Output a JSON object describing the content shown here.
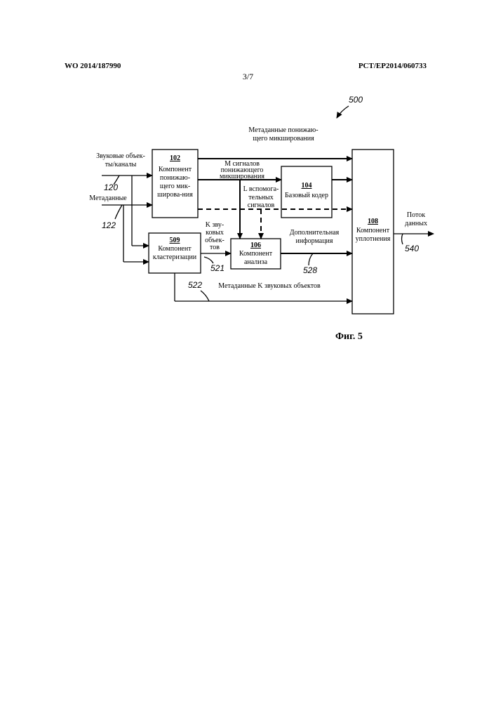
{
  "header": {
    "left": "WO 2014/187990",
    "right": "PCT/EP2014/060733",
    "page": "3/7"
  },
  "caption": "Фиг. 5",
  "diagram": {
    "figure_ref": "500",
    "blocks": {
      "downmix": {
        "number": "102",
        "lines": [
          "Компонент",
          "понижаю-",
          "щего мик-",
          "широва-ния"
        ]
      },
      "core": {
        "number": "104",
        "lines": [
          "Базовый кодер"
        ]
      },
      "analysis": {
        "number": "106",
        "lines": [
          "Компонент",
          "анализа"
        ]
      },
      "mux": {
        "number": "108",
        "lines": [
          "Компонент",
          "уплотнения"
        ]
      },
      "cluster": {
        "number": "509",
        "lines": [
          "Компонент",
          "кластеризации"
        ]
      }
    },
    "labels": {
      "audio_objects": [
        "Звуковые объек-",
        "ты/каналы"
      ],
      "metadata": "Метаданные",
      "downmix_metadata": [
        "Метаданные понижаю-",
        "щего микширования"
      ],
      "m_signals": [
        "M сигналов",
        "понижающего",
        "микширования"
      ],
      "l_aux": [
        "L вспомога-",
        "тельных",
        "сигналов"
      ],
      "k_objects": [
        "K зву-",
        "ковых",
        "объек-",
        "тов"
      ],
      "side_info": [
        "Дополнительная",
        "информация"
      ],
      "k_metadata": "Метаданные K звуковых объектов",
      "output": [
        "Поток",
        "данных"
      ]
    },
    "refs": {
      "r120": "120",
      "r122": "122",
      "r521": "521",
      "r522": "522",
      "r528": "528",
      "r540": "540"
    }
  }
}
